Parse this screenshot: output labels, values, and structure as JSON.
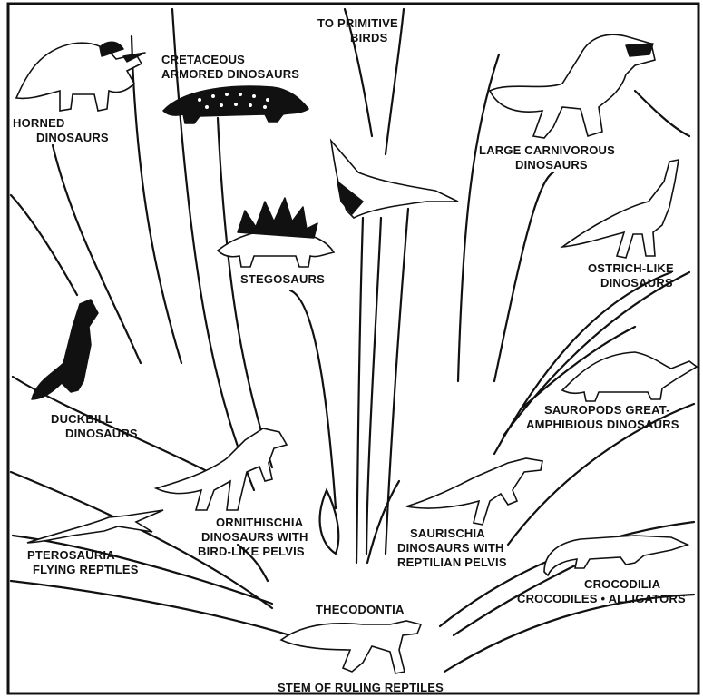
{
  "labels": {
    "to_primitive_birds": [
      "TO PRIMITIVE",
      "BIRDS"
    ],
    "cretaceous_armored": [
      "CRETACEOUS",
      "ARMORED DINOSAURS"
    ],
    "horned": [
      "HORNED",
      "DINOSAURS"
    ],
    "large_carnivorous": [
      "LARGE CARNIVOROUS",
      "DINOSAURS"
    ],
    "stegosaurs": [
      "STEGOSAURS"
    ],
    "ostrich_like": [
      "OSTRICH-LIKE",
      "DINOSAURS"
    ],
    "duckbill": [
      "DUCKBILL",
      "DINOSAURS"
    ],
    "sauropods": [
      "SAUROPODS GREAT-",
      "AMPHIBIOUS DINOSAURS"
    ],
    "ornithischia": [
      "ORNITHISCHIA",
      "DINOSAURS WITH",
      "BIRD-LIKE PELVIS"
    ],
    "saurischia": [
      "SAURISCHIA",
      "DINOSAURS WITH",
      "REPTILIAN PELVIS"
    ],
    "pterosauria": [
      "PTEROSAURIA",
      "FLYING REPTILES"
    ],
    "crocodilia": [
      "CROCODILIA",
      "CROCODILES • ALLIGATORS"
    ],
    "thecodontia": [
      "THECODONTIA"
    ],
    "stem": [
      "STEM OF RULING REPTILES"
    ]
  },
  "colors": {
    "ink": "#111111",
    "paper": "#ffffff"
  }
}
